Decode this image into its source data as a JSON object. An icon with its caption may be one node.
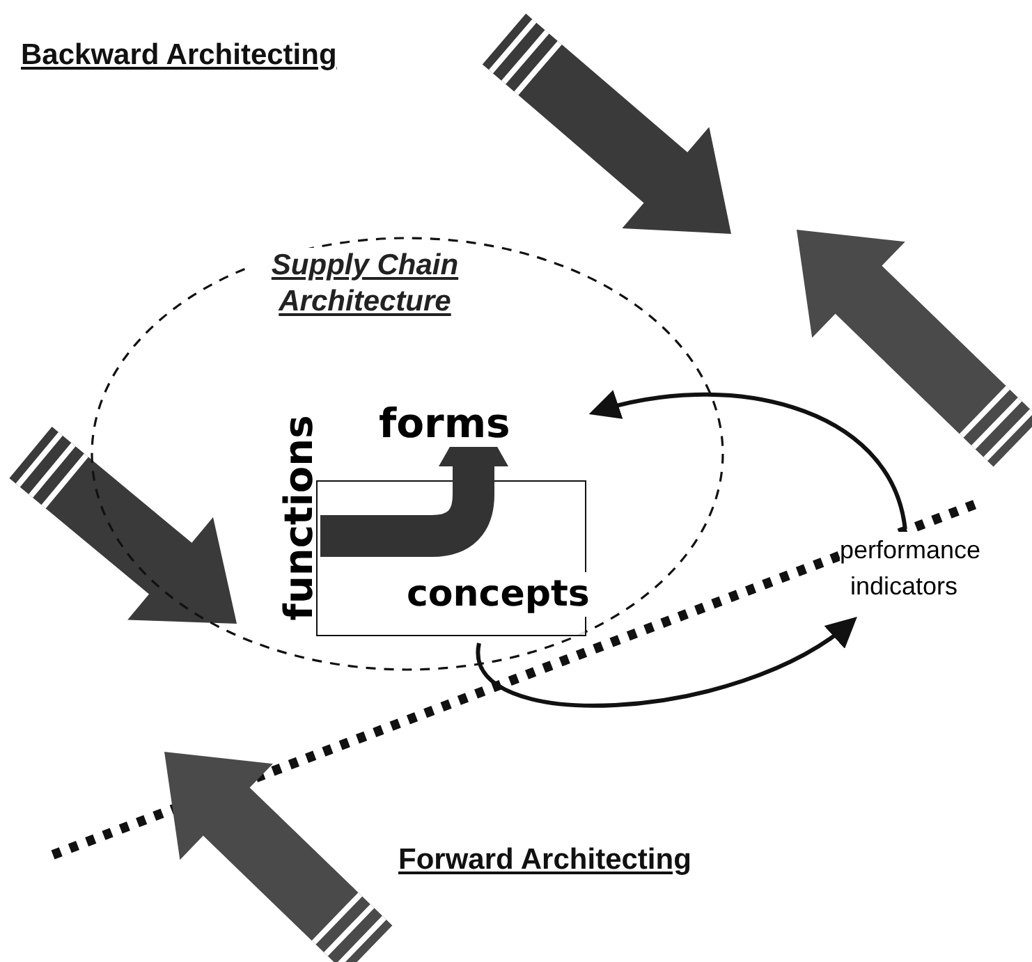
{
  "diagram": {
    "nodes": [
      {
        "text": [
          "Supply Chain Architecture"
        ]
      },
      {
        "text": [
          "forms",
          "functions",
          "concepts"
        ],
        "in": 0
      },
      {
        "text": [
          "performance indicators"
        ]
      }
    ],
    "edges": [
      {
        "from": 1,
        "to": 2,
        "arrow": "to"
      },
      {
        "from": 2,
        "to": 1,
        "arrow": "to"
      }
    ],
    "labels": [
      "Backward Architecting",
      "Forward Architecting"
    ]
  }
}
